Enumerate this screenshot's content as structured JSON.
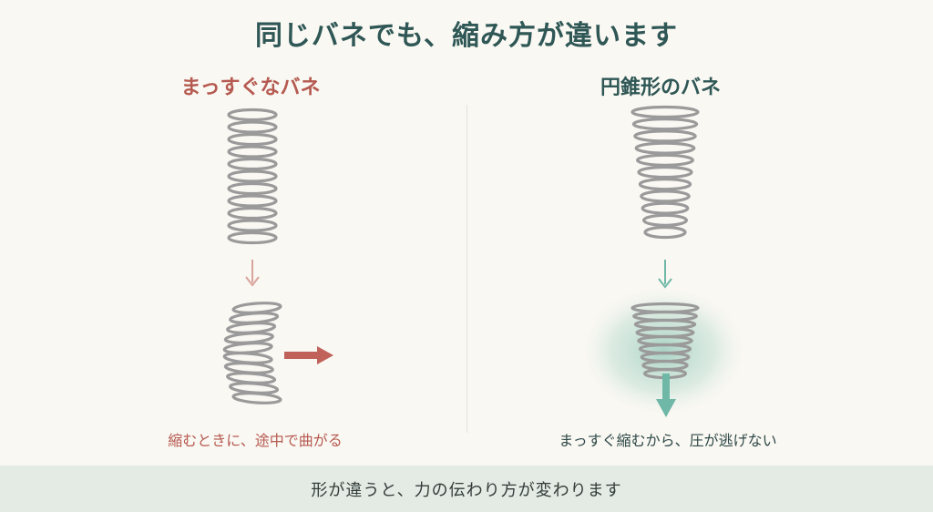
{
  "title": "同じバネでも、縮み方が違います",
  "left": {
    "heading": "まっすぐなバネ",
    "caption": "縮むときに、途中で曲がる"
  },
  "right": {
    "heading": "円錐形のバネ",
    "caption": "まっすぐ縮むから、圧が逃げない"
  },
  "footer": "形が違うと、力の伝わり方が変わります",
  "colors": {
    "accent_red": "#b55a50",
    "accent_teal": "#2f5755",
    "arrow_teal": "#6fb7a6",
    "arrow_pink": "#d9a49c"
  },
  "icons": [
    "straight-spring-icon",
    "conical-spring-icon",
    "buckled-spring-icon",
    "compressed-conical-spring-icon"
  ]
}
